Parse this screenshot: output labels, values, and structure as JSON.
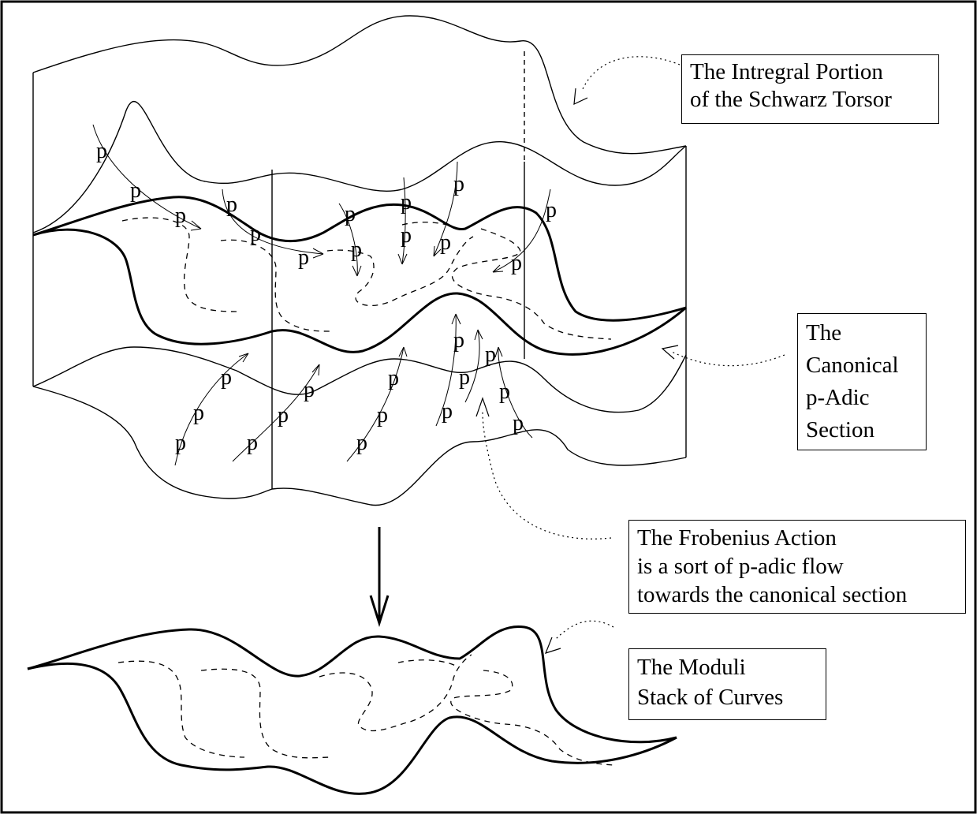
{
  "labels": {
    "schwarz_torsor": {
      "line1": "The Intregral Portion",
      "line2": "of the Schwarz Torsor"
    },
    "canonical_section": {
      "line1": "The",
      "line2": "Canonical",
      "line3": "p-Adic",
      "line4": "Section"
    },
    "frobenius_action": {
      "line1": "The Frobenius Action",
      "line2": "is a sort of p-adic flow",
      "line3": "towards the canonical section"
    },
    "moduli_stack": {
      "line1": "The Moduli",
      "line2": "Stack of Curves"
    }
  },
  "p_symbol": "p",
  "colors": {
    "ink": "#000000",
    "background": "#ffffff"
  }
}
